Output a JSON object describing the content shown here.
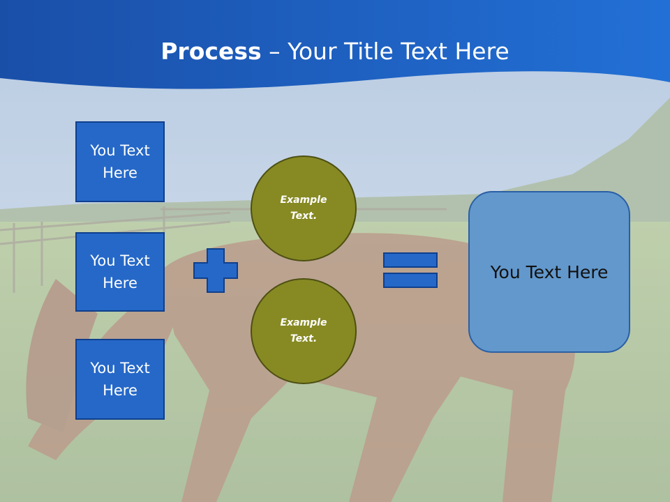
{
  "title": {
    "bold": "Process",
    "rest": " – Your Title Text Here"
  },
  "input_boxes": [
    {
      "label": "You Text Here"
    },
    {
      "label": "You Text Here"
    },
    {
      "label": "You Text Here"
    }
  ],
  "operators": {
    "plus": "plus-icon",
    "equals": "equals-icon"
  },
  "circles": [
    {
      "label": "Example Text."
    },
    {
      "label": "Example Text."
    }
  ],
  "result_box": {
    "label": "You Text Here"
  },
  "colors": {
    "header_blue": "#1d55b0",
    "box_blue": "#2568c8",
    "circle_olive": "#878a23",
    "result_blue": "#6298cc"
  }
}
